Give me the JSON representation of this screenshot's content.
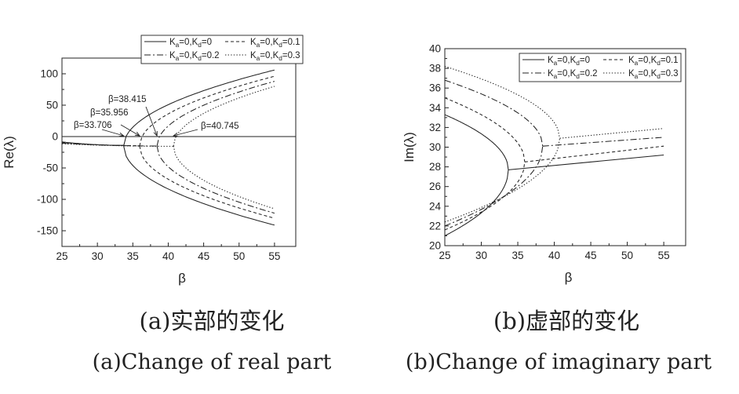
{
  "chart_data": [
    {
      "type": "line",
      "ylabel": "Re(λ)",
      "xlabel": "β",
      "xlim": [
        25,
        58
      ],
      "ylim": [
        -175,
        125
      ],
      "xticks": [
        25,
        30,
        35,
        40,
        45,
        50,
        55
      ],
      "yticks": [
        -150,
        -100,
        -50,
        0,
        50,
        100
      ],
      "grid": false,
      "legend_position": "top-right",
      "reference_line_y": 0,
      "series": [
        {
          "name": "Ka=0,Kd=0",
          "label": {
            "sym1": "K",
            "sub1": "a",
            "mid": "=0,",
            "sym2": "K",
            "sub2": "d",
            "tail": "=0"
          },
          "style": "solid",
          "bifurcation": 33.706,
          "x_start": 25,
          "x_end": 55,
          "re_start": -8.5,
          "re_end_top": 106,
          "re_end_bottom": -141
        },
        {
          "name": "Ka=0,Kd=0.1",
          "label": {
            "sym1": "K",
            "sub1": "a",
            "mid": "=0,",
            "sym2": "K",
            "sub2": "d",
            "tail": "=0.1"
          },
          "style": "dashed",
          "bifurcation": 35.956,
          "x_start": 25,
          "x_end": 55,
          "re_start": -9.5,
          "re_end_top": 96,
          "re_end_bottom": -130
        },
        {
          "name": "Ka=0,Kd=0.2",
          "label": {
            "sym1": "K",
            "sub1": "a",
            "mid": "=0,",
            "sym2": "K",
            "sub2": "d",
            "tail": "=0.2"
          },
          "style": "dashdot",
          "bifurcation": 38.415,
          "x_start": 25,
          "x_end": 55,
          "re_start": -10.5,
          "re_end_top": 88,
          "re_end_bottom": -122
        },
        {
          "name": "Ka=0,Kd=0.3",
          "label": {
            "sym1": "K",
            "sub1": "a",
            "mid": "=0,",
            "sym2": "K",
            "sub2": "d",
            "tail": "=0.3"
          },
          "style": "dotted",
          "bifurcation": 40.745,
          "x_start": 25,
          "x_end": 55,
          "re_start": -11.5,
          "re_end_top": 80,
          "re_end_bottom": -115
        }
      ],
      "annotations": [
        {
          "text": "β=33.706",
          "target_x": 33.706,
          "target_y": 0
        },
        {
          "text": "β=35.956",
          "target_x": 35.956,
          "target_y": 0
        },
        {
          "text": "β=38.415",
          "target_x": 38.415,
          "target_y": 0
        },
        {
          "text": "β=40.745",
          "target_x": 40.745,
          "target_y": 0
        }
      ],
      "caption_zh": "(a)实部的变化",
      "caption_en": "(a)Change of real part"
    },
    {
      "type": "line",
      "ylabel": "Im(λ)",
      "xlabel": "β",
      "xlim": [
        25,
        58
      ],
      "ylim": [
        20,
        40
      ],
      "xticks": [
        25,
        30,
        35,
        40,
        45,
        50,
        55
      ],
      "yticks": [
        20,
        22,
        24,
        26,
        28,
        30,
        32,
        34,
        36,
        38,
        40
      ],
      "grid": false,
      "legend_position": "top-right",
      "series": [
        {
          "name": "Ka=0,Kd=0",
          "label": {
            "sym1": "K",
            "sub1": "a",
            "mid": "=0,",
            "sym2": "K",
            "sub2": "d",
            "tail": "=0"
          },
          "style": "solid",
          "bifurcation": 33.706,
          "im_upper_start": 33.3,
          "im_lower_start": 21.0,
          "im_bif": 27.7,
          "im_end": 29.2
        },
        {
          "name": "Ka=0,Kd=0.1",
          "label": {
            "sym1": "K",
            "sub1": "a",
            "mid": "=0,",
            "sym2": "K",
            "sub2": "d",
            "tail": "=0.1"
          },
          "style": "dashed",
          "bifurcation": 35.956,
          "im_upper_start": 35.0,
          "im_lower_start": 21.6,
          "im_bif": 28.5,
          "im_end": 30.1
        },
        {
          "name": "Ka=0,Kd=0.2",
          "label": {
            "sym1": "K",
            "sub1": "a",
            "mid": "=0,",
            "sym2": "K",
            "sub2": "d",
            "tail": "=0.2"
          },
          "style": "dashdot",
          "bifurcation": 38.415,
          "im_upper_start": 36.8,
          "im_lower_start": 22.0,
          "im_bif": 30.1,
          "im_end": 31.0
        },
        {
          "name": "Ka=0,Kd=0.3",
          "label": {
            "sym1": "K",
            "sub1": "a",
            "mid": "=0,",
            "sym2": "K",
            "sub2": "d",
            "tail": "=0.3"
          },
          "style": "dotted",
          "bifurcation": 40.745,
          "im_upper_start": 38.2,
          "im_lower_start": 22.4,
          "im_bif": 30.9,
          "im_end": 31.9
        }
      ],
      "caption_zh": "(b)虚部的变化",
      "caption_en": "(b)Change of imaginary part"
    }
  ]
}
